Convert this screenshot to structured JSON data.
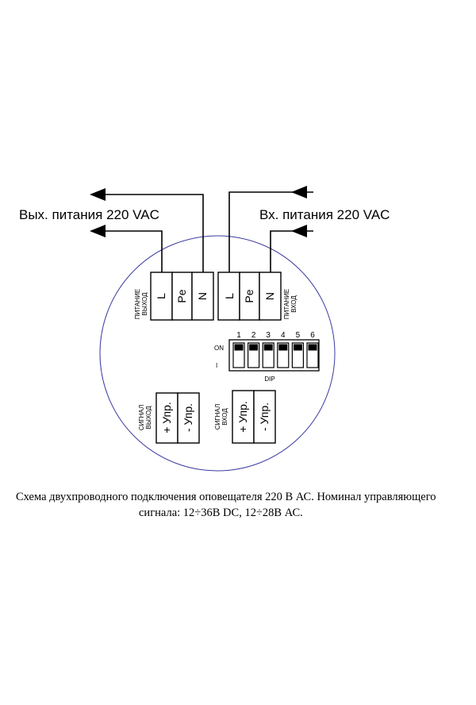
{
  "labels": {
    "power_out": "Вых. питания 220 VAC",
    "power_in": "Вх. питания 220 VAC",
    "side_power_out": [
      "ПИТАНИЕ",
      "ВЫХОД"
    ],
    "side_power_in": [
      "ПИТАНИЕ",
      "ВХОД"
    ],
    "side_signal_out": [
      "СИГНАЛ",
      "ВЫХОД"
    ],
    "side_signal_in": [
      "СИГНАЛ",
      "ВХОД"
    ],
    "dip": "DIP",
    "on": "ON",
    "off": "I"
  },
  "terminals_power_out": [
    "L",
    "Pe",
    "N"
  ],
  "terminals_power_in": [
    "L",
    "Pe",
    "N"
  ],
  "terminals_signal_out": [
    "+ Упр.",
    "- Упр."
  ],
  "terminals_signal_in": [
    "+ Упр.",
    "- Упр."
  ],
  "dip_numbers": [
    "1",
    "2",
    "3",
    "4",
    "5",
    "6"
  ],
  "caption": {
    "line1": "Схема двухпроводного подключения оповещателя 220 В АС. Номинал управляющего",
    "line2": "сигнала: 12÷36В DC, 12÷28В АС."
  },
  "colors": {
    "circle": "#3b3ba0",
    "ink": "#000000"
  }
}
